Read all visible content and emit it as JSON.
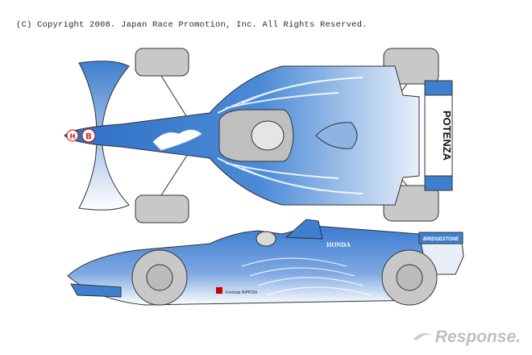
{
  "copyright": "(C) Copyright 2008. Japan Race Promotion, Inc. All Rights Reserved.",
  "top_view": {
    "nose_badge": "B",
    "h_badge": "H",
    "rear_wing_text": "POTENZA"
  },
  "side_view": {
    "sponsor_text": "HONDA",
    "rear_wing_text": "BRIDGESTONE",
    "side_logo_text": "Formula NIPPON"
  },
  "watermark": "Response.",
  "colors": {
    "livery_blue": "#3f7fcf",
    "livery_light": "#dfe9f7",
    "tyre_grey": "#c8c8c8",
    "outline": "#333333"
  }
}
